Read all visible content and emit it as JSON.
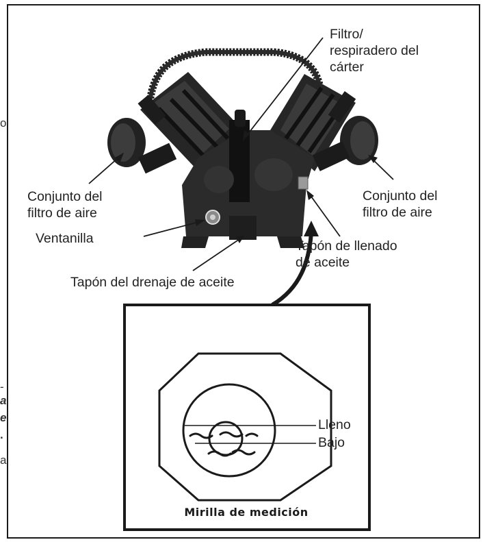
{
  "labels": {
    "crankcase_breather": [
      "Filtro/",
      "respiradero del",
      "cárter"
    ],
    "air_filter_left": [
      "Conjunto del",
      "filtro de aire"
    ],
    "air_filter_right": [
      "Conjunto del",
      "filtro de aire"
    ],
    "sight_window": "Ventanilla",
    "oil_drain_plug": "Tapón del drenaje de aceite",
    "oil_fill_plug": [
      "Tapón de llenado",
      "de aceite"
    ]
  },
  "inset": {
    "title": "Mirilla de medición",
    "level_full": "Lleno",
    "level_low": "Bajo"
  },
  "cropped_margin_text": [
    "o",
    "-",
    "a",
    "e",
    ".",
    "a"
  ],
  "colors": {
    "ink": "#1a1a1a",
    "pump_body": "#2b2b2b",
    "pump_highlight": "#6e6e6e"
  }
}
